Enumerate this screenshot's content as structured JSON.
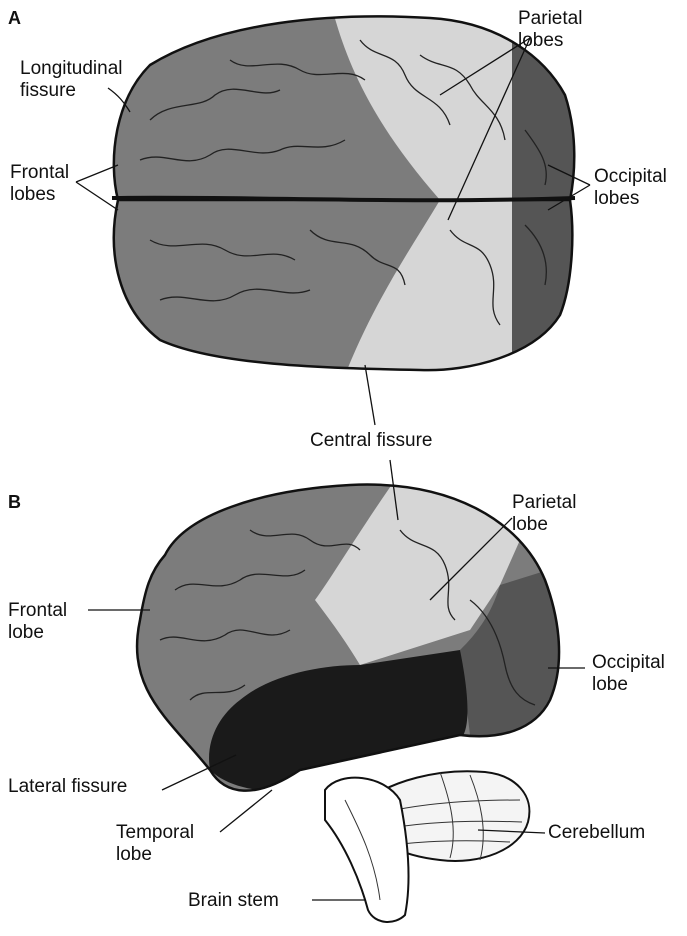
{
  "panel_a": {
    "letter": "A",
    "labels": {
      "longitudinal_fissure": "Longitudinal\nfissure",
      "frontal_lobes": "Frontal\nlobes",
      "parietal_lobes": "Parietal\nlobes",
      "occipital_lobes": "Occipital\nlobes"
    }
  },
  "central_fissure": "Central fissure",
  "panel_b": {
    "letter": "B",
    "labels": {
      "parietal_lobe": "Parietal\nlobe",
      "frontal_lobe": "Frontal\nlobe",
      "occipital_lobe": "Occipital\nlobe",
      "lateral_fissure": "Lateral fissure",
      "temporal_lobe": "Temporal\nlobe",
      "cerebellum": "Cerebellum",
      "brain_stem": "Brain stem"
    }
  },
  "colors": {
    "frontal": "#7c7c7c",
    "parietal": "#d6d6d6",
    "occipital": "#555555",
    "temporal": "#1a1a1a",
    "cerebellum": "#f4f4f4",
    "outline": "#111111"
  }
}
